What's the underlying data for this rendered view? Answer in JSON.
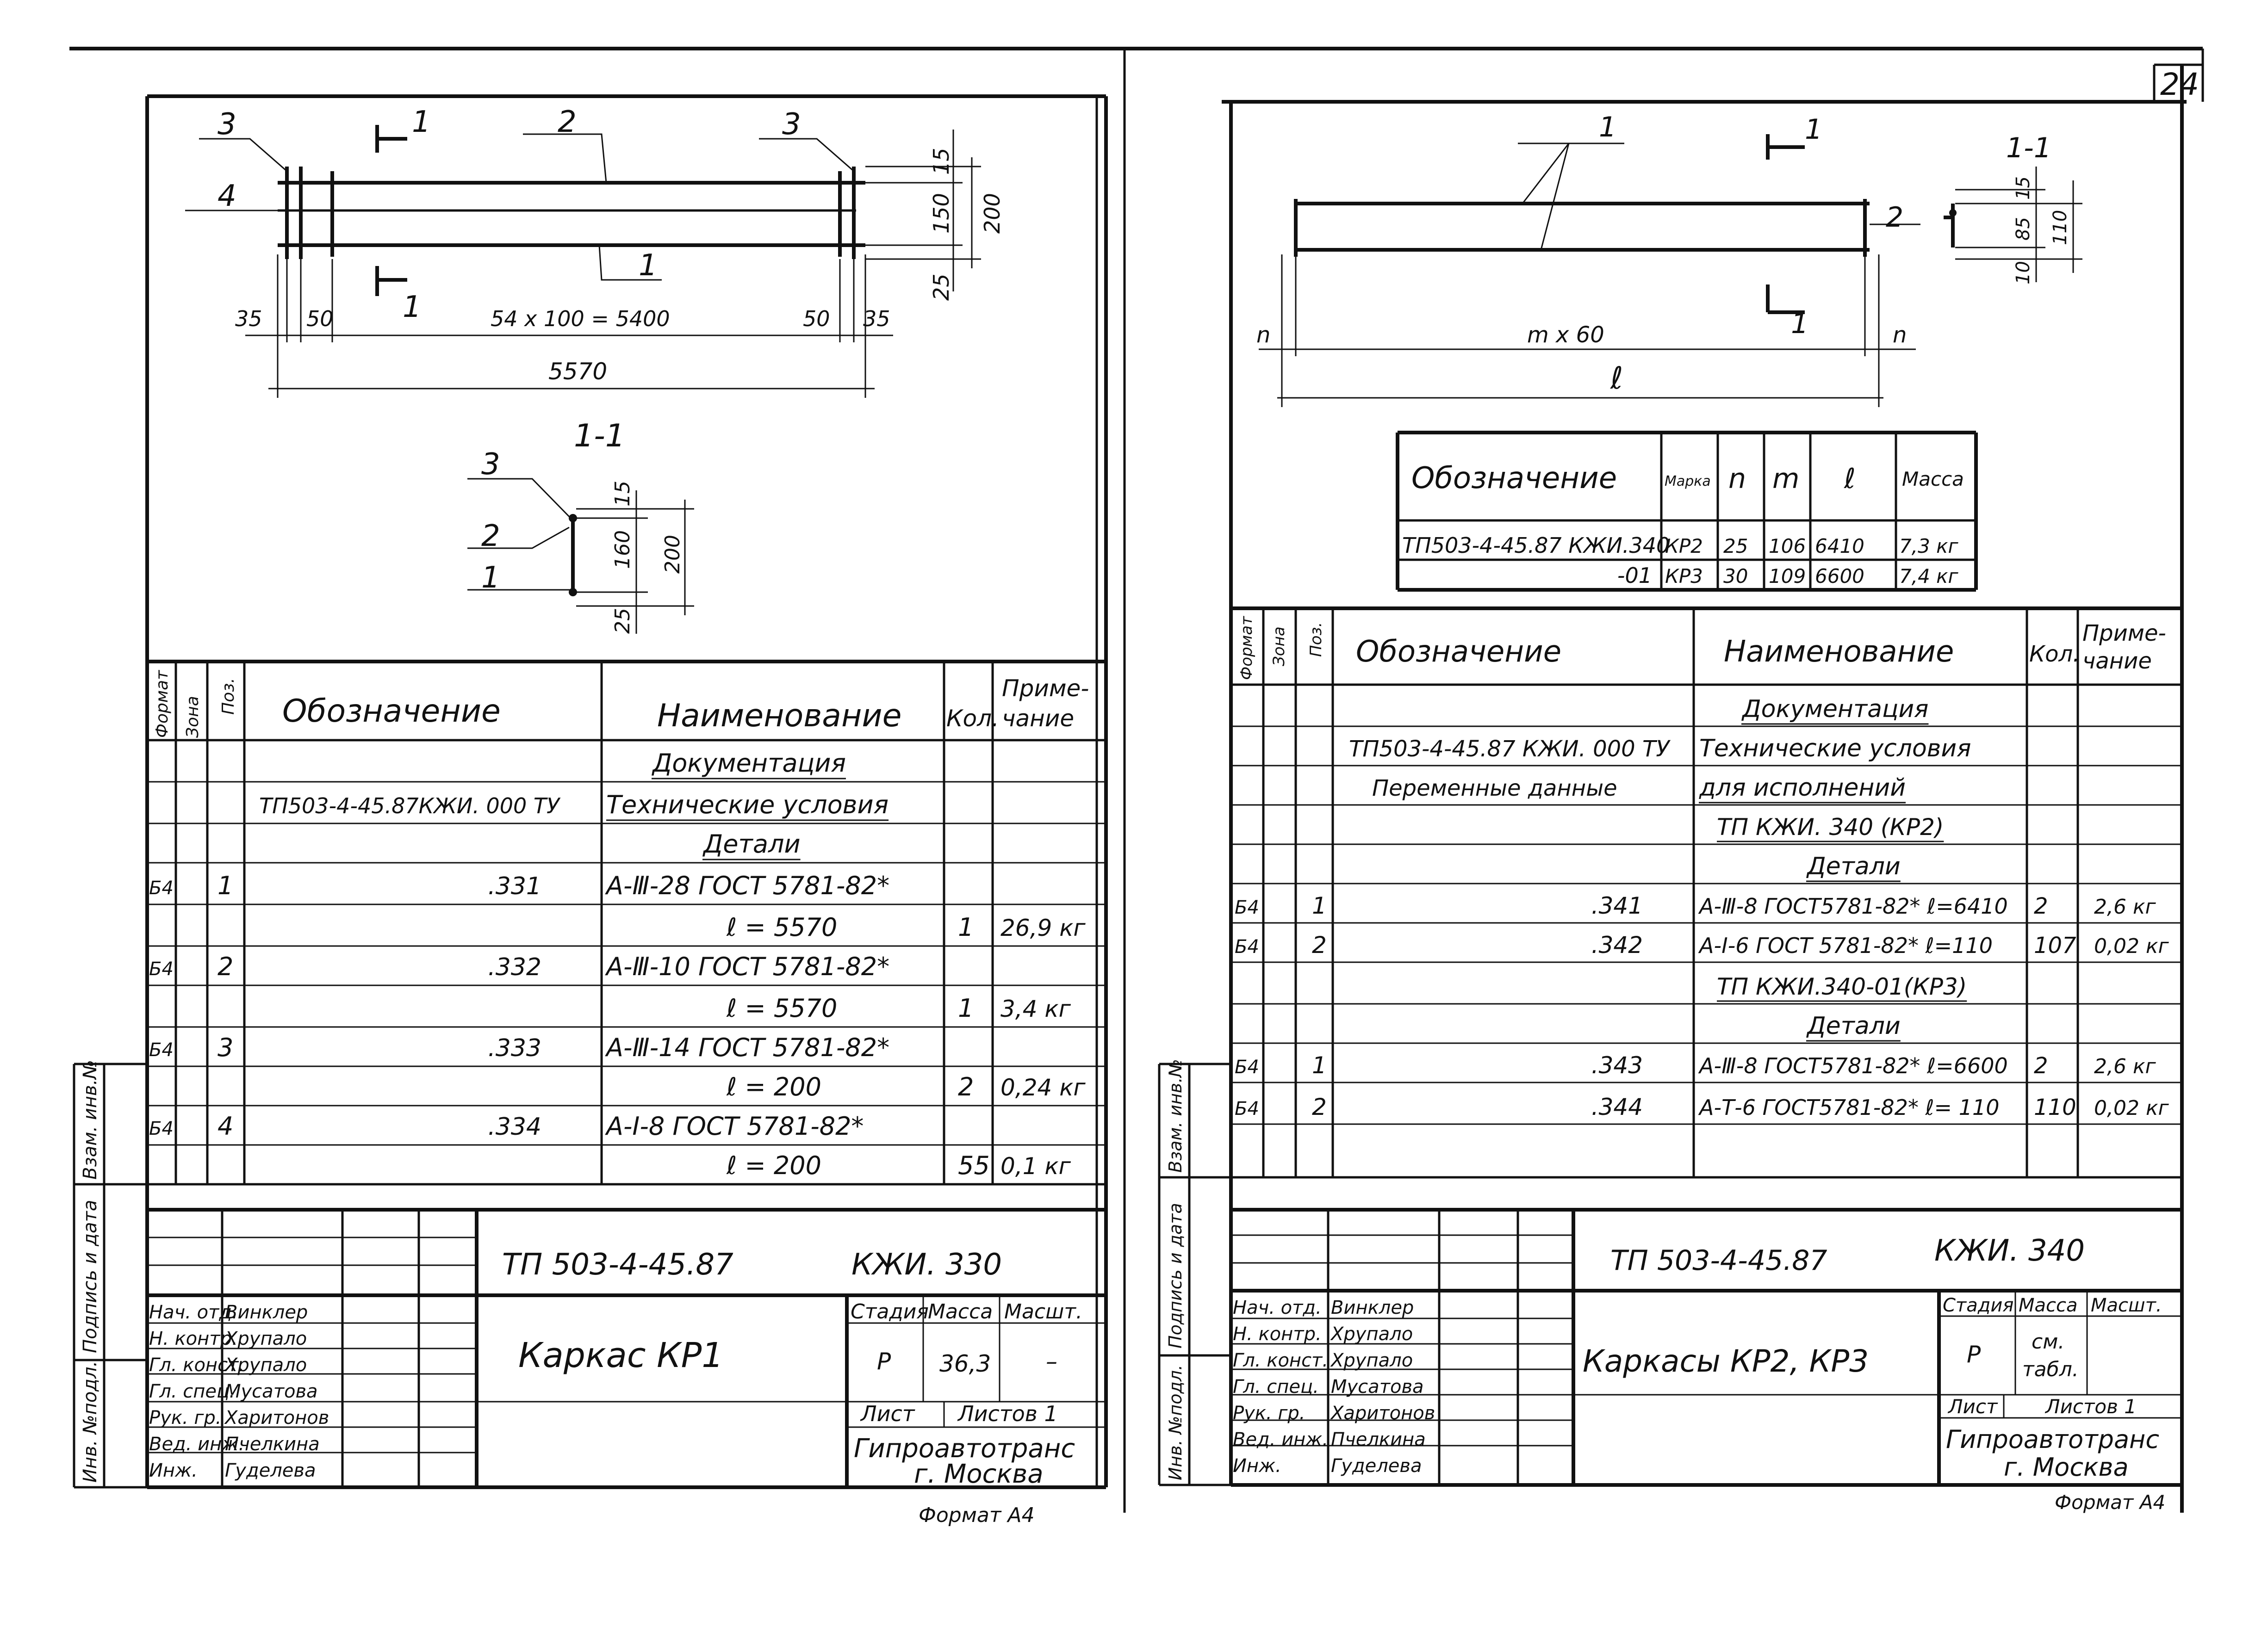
{
  "page_number": "24",
  "left_sheet": {
    "drawing": {
      "leaders": [
        "3",
        "2",
        "3",
        "4"
      ],
      "section_mark": "1",
      "dims_right": [
        "15",
        "150",
        "200",
        "25"
      ],
      "dims_bottom": [
        "35",
        "50",
        "54 x 100 = 5400",
        "50",
        "35"
      ],
      "overall": "5570",
      "section_title": "1-1",
      "section_leaders": [
        "3",
        "2",
        "1"
      ],
      "section_dims": [
        "15",
        "160",
        "200",
        "25"
      ]
    },
    "headers": [
      "Формат",
      "Зона",
      "Поз.",
      "Обозначение",
      "Наименование",
      "Кол.",
      "Приме-",
      "чание"
    ],
    "rows": [
      {
        "pos": "",
        "fmt": "",
        "code": "",
        "name": "Документация",
        "qty": "",
        "note": "",
        "u": true
      },
      {
        "pos": "",
        "fmt": "",
        "code": "ТП503-4-45.87КЖИ. 000 ТУ",
        "name": "Технические условия",
        "qty": "",
        "note": "",
        "u": true
      },
      {
        "pos": "",
        "fmt": "",
        "code": "",
        "name": "Детали",
        "qty": "",
        "note": "",
        "u": true
      },
      {
        "pos": "1",
        "fmt": "Б4",
        "code": ".331",
        "name": "А-Ⅲ-28 ГОСТ 5781-82*",
        "qty": "",
        "note": "",
        "u": false
      },
      {
        "pos": "",
        "fmt": "",
        "code": "",
        "name": "ℓ = 5570",
        "qty": "1",
        "note": "26,9 кг",
        "u": false
      },
      {
        "pos": "2",
        "fmt": "Б4",
        "code": ".332",
        "name": "А-Ⅲ-10 ГОСТ 5781-82*",
        "qty": "",
        "note": "",
        "u": false
      },
      {
        "pos": "",
        "fmt": "",
        "code": "",
        "name": "ℓ = 5570",
        "qty": "1",
        "note": "3,4 кг",
        "u": false
      },
      {
        "pos": "3",
        "fmt": "Б4",
        "code": ".333",
        "name": "А-Ⅲ-14 ГОСТ 5781-82*",
        "qty": "",
        "note": "",
        "u": false
      },
      {
        "pos": "",
        "fmt": "",
        "code": "",
        "name": "ℓ = 200",
        "qty": "2",
        "note": "0,24 кг",
        "u": false
      },
      {
        "pos": "4",
        "fmt": "Б4",
        "code": ".334",
        "name": "А-Ⅰ-8 ГОСТ 5781-82*",
        "qty": "",
        "note": "",
        "u": false
      },
      {
        "pos": "",
        "fmt": "",
        "code": "",
        "name": "ℓ = 200",
        "qty": "55",
        "note": "0,1 кг",
        "u": false
      }
    ],
    "side_labels": [
      "Взам. инв.№",
      "Подпись и дата",
      "Инв. №подл."
    ],
    "title_block": {
      "doc_code": "ТП 503-4-45.87",
      "mark": "КЖИ. 330",
      "title": "Каркас КР1",
      "roles": [
        "Нач. отд.",
        "Н. контр.",
        "Гл. конст.",
        "Гл. спец.",
        "Рук. гр.",
        "Вед. инж.",
        "Инж."
      ],
      "names": [
        "Винклер",
        "Хрупало",
        "Хрупало",
        "Мусатова",
        "Харитонов",
        "Пчелкина",
        "Гуделева"
      ],
      "stage_label": "Стадия",
      "mass_label": "Масса",
      "scale_label": "Масшт.",
      "stage": "Р",
      "mass": "36,3",
      "scale": "–",
      "sheet_label": "Лист",
      "sheets_label": "Листов 1",
      "org": "Гипроавтотранс",
      "city": "г. Москва",
      "format": "Формат А4"
    }
  },
  "right_sheet": {
    "drawing": {
      "leader": "1",
      "section_mark": "1",
      "pos2": "2",
      "dims": [
        "n",
        "m x 60",
        "n"
      ],
      "overall": "ℓ",
      "section_title": "1-1",
      "section_dims": [
        "15",
        "85",
        "110",
        "10"
      ]
    },
    "variants": {
      "headers": [
        "Обозначение",
        "Марка",
        "n",
        "m",
        "ℓ",
        "Масса"
      ],
      "rows": [
        [
          "ТП503-4-45.87 КЖИ.340",
          "КР2",
          "25",
          "106",
          "6410",
          "7,3 кг"
        ],
        [
          "-01",
          "КР3",
          "30",
          "109",
          "6600",
          "7,4 кг"
        ]
      ]
    },
    "headers": [
      "Формат",
      "Зона",
      "Поз.",
      "Обозначение",
      "Наименование",
      "Кол.",
      "Приме-",
      "чание"
    ],
    "rows": [
      {
        "pos": "",
        "fmt": "",
        "code": "",
        "name": "Документация",
        "qty": "",
        "note": "",
        "u": true
      },
      {
        "pos": "",
        "fmt": "",
        "code": "ТП503-4-45.87 КЖИ. 000 ТУ",
        "name": "Технические условия",
        "qty": "",
        "note": "",
        "u": false
      },
      {
        "pos": "",
        "fmt": "",
        "code": "Переменные данные",
        "name": "для исполнений",
        "qty": "",
        "note": "",
        "u": true
      },
      {
        "pos": "",
        "fmt": "",
        "code": "",
        "name": "ТП  КЖИ. 340 (КР2)",
        "qty": "",
        "note": "",
        "u": true
      },
      {
        "pos": "",
        "fmt": "",
        "code": "",
        "name": "Детали",
        "qty": "",
        "note": "",
        "u": true
      },
      {
        "pos": "1",
        "fmt": "Б4",
        "code": ".341",
        "name": "А-Ⅲ-8 ГОСТ5781-82* ℓ=6410",
        "qty": "2",
        "note": "2,6 кг",
        "u": false
      },
      {
        "pos": "2",
        "fmt": "Б4",
        "code": ".342",
        "name": "А-Ⅰ-6 ГОСТ 5781-82* ℓ=110",
        "qty": "107",
        "note": "0,02 кг",
        "u": false
      },
      {
        "pos": "",
        "fmt": "",
        "code": "",
        "name": "ТП  КЖИ.340-01(КР3)",
        "qty": "",
        "note": "",
        "u": true
      },
      {
        "pos": "",
        "fmt": "",
        "code": "",
        "name": "Детали",
        "qty": "",
        "note": "",
        "u": true
      },
      {
        "pos": "1",
        "fmt": "Б4",
        "code": ".343",
        "name": "А-Ⅲ-8 ГОСТ5781-82* ℓ=6600",
        "qty": "2",
        "note": "2,6 кг",
        "u": false
      },
      {
        "pos": "2",
        "fmt": "Б4",
        "code": ".344",
        "name": "А-Т-6 ГОСТ5781-82* ℓ= 110",
        "qty": "110",
        "note": "0,02 кг",
        "u": false
      }
    ],
    "side_labels": [
      "Взам. инв.№",
      "Подпись и дата",
      "Инв. №подл."
    ],
    "title_block": {
      "doc_code": "ТП 503-4-45.87",
      "mark": "КЖИ. 340",
      "title": "Каркасы КР2, КР3",
      "roles": [
        "Нач. отд.",
        "Н. контр.",
        "Гл. конст.",
        "Гл. спец.",
        "Рук. гр.",
        "Вед. инж.",
        "Инж."
      ],
      "names": [
        "Винклер",
        "Хрупало",
        "Хрупало",
        "Мусатова",
        "Харитонов",
        "Пчелкина",
        "Гуделева"
      ],
      "stage_label": "Стадия",
      "mass_label": "Масса",
      "scale_label": "Масшт.",
      "stage": "Р",
      "mass_line1": "см.",
      "mass_line2": "табл.",
      "sheet_label": "Лист",
      "sheets_label": "Листов 1",
      "org": "Гипроавтотранс",
      "city": "г. Москва",
      "format": "Формат А4"
    }
  }
}
